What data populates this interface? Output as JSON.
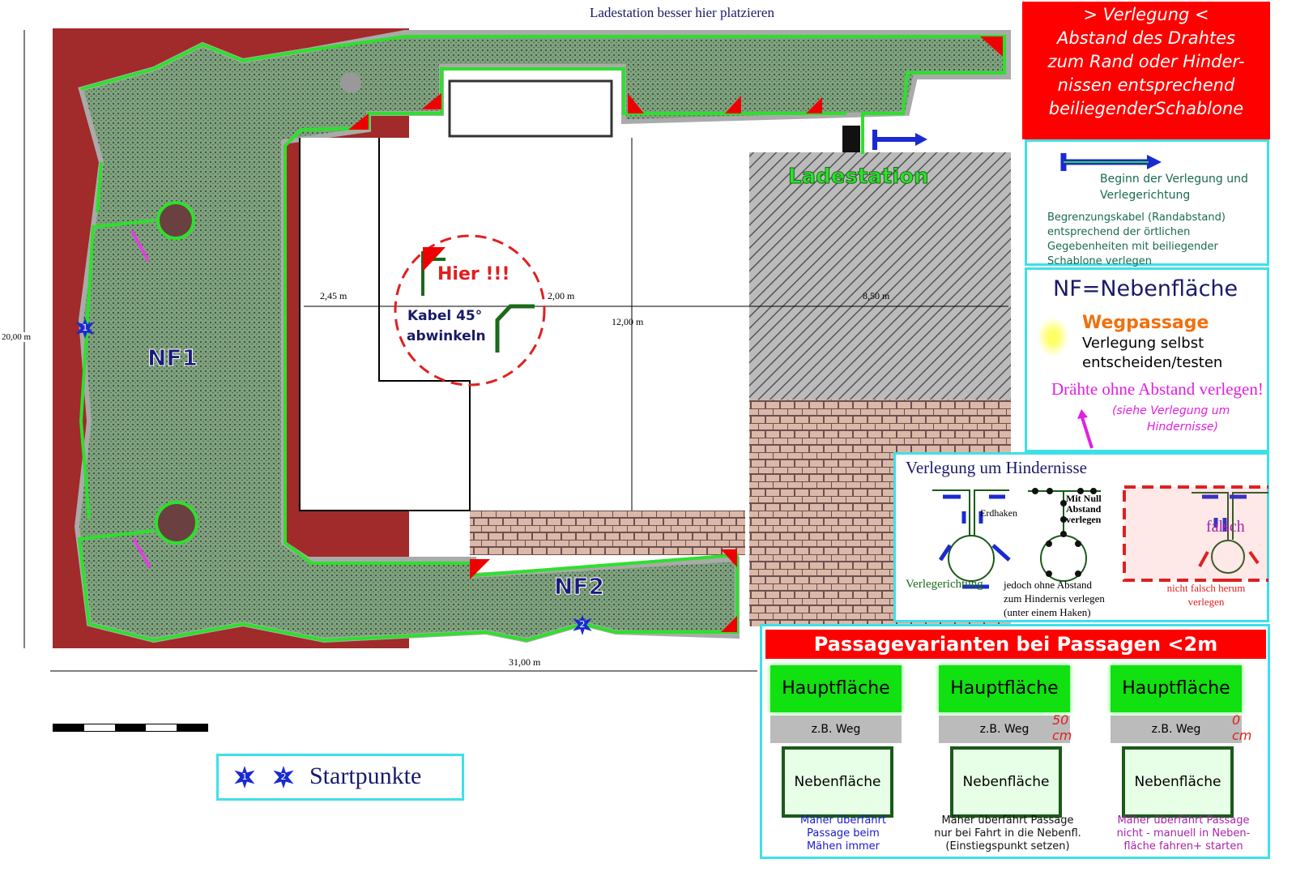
{
  "plan": {
    "top_note": "Ladestation besser hier platzieren",
    "station_label": "Ladestation",
    "nf1": "NF1",
    "nf2": "NF2",
    "dims": {
      "d1": "2,45 m",
      "d2": "2,00 m",
      "d3": "12,00 m",
      "d4": "8,50 m",
      "height": "20,00 m",
      "width": "31,00 m"
    },
    "hint": {
      "title": "Hier !!!",
      "text1": "Kabel 45°",
      "text2": "abwinkeln"
    },
    "start1": "1",
    "start2": "2"
  },
  "legend_start": {
    "label": "Startpunkte",
    "n1": "1",
    "n2": "2"
  },
  "header_box": {
    "lines": [
      "> Verlegung <",
      "Abstand des Drahtes",
      "zum Rand oder Hinder-",
      "nissen entsprechend",
      "beiliegenderSchablone"
    ]
  },
  "begin_box": {
    "text1": "Beginn der Verlegung und",
    "text2": "Verlegerichtung",
    "lines": [
      "Begrenzungskabel (Randabstand)",
      "entsprechend der örtlichen",
      "Gegebenheiten mit beiliegender",
      "Schablone verlegen"
    ]
  },
  "nf_box": {
    "title": "NF=Nebenfläche",
    "wegpassage": "Wegpassage",
    "w1": "Verlegung selbst",
    "w2": "entscheiden/testen",
    "drahte": "Drähte ohne Abstand verlegen!",
    "siehe1": "(siehe Verlegung um",
    "siehe2": "Hindernisse)"
  },
  "hindernis": {
    "title": "Verlegung um Hindernisse",
    "erdhaken": "Erdhaken",
    "null1": "Mit Null",
    "null2": "Abstand",
    "null3": "verlegen",
    "verlegerichtung": "Verlegerichtung",
    "ohne1": "jedoch ohne Abstand",
    "ohne2": "zum Hindernis verlegen",
    "ohne3": "(unter einem Haken)",
    "falsch": "falsch",
    "nicht1": "nicht falsch herum",
    "nicht2": "verlegen"
  },
  "passage": {
    "title": "Passagevarianten bei Passagen <2m",
    "variants": [
      {
        "haupt": "Hauptfläche",
        "weg": "z.B. Weg",
        "neben": "Nebenfläche",
        "gap": "",
        "caption": [
          "Mäher überfährt",
          "Passage beim",
          "Mähen immer"
        ],
        "color": "#1a1acc"
      },
      {
        "haupt": "Hauptfläche",
        "weg": "z.B. Weg",
        "neben": "Nebenfläche",
        "gap": "50 cm",
        "caption": [
          "Mäher überfährt Passage",
          "nur bei Fahrt in die Nebenfl.",
          "(Einstiegspunkt setzen)"
        ],
        "color": "#111111"
      },
      {
        "haupt": "Hauptfläche",
        "weg": "z.B. Weg",
        "neben": "Nebenfläche",
        "gap": "0 cm",
        "caption": [
          "Mäher überfährt Passage",
          "nicht - manuell in Neben-",
          "fläche fahren+ starten"
        ],
        "color": "#aa22aa"
      }
    ]
  }
}
